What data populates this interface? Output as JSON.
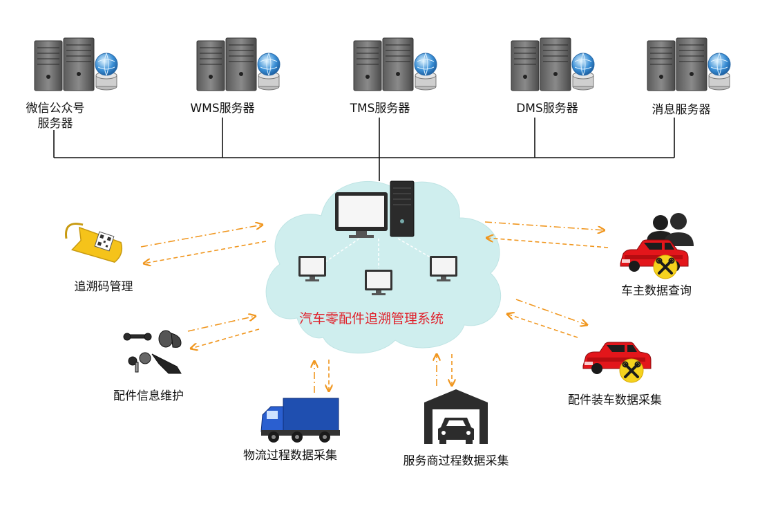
{
  "servers": [
    {
      "line1": "微信公众号",
      "line2": "服务器"
    },
    {
      "line1": "WMS服务器"
    },
    {
      "line1": "TMS服务器"
    },
    {
      "line1": "DMS服务器"
    },
    {
      "line1": "消息服务器"
    }
  ],
  "center": {
    "title": "汽车零配件追溯管理系统"
  },
  "nodes": {
    "trace_code": "追溯码管理",
    "parts_info": "配件信息维护",
    "logistics": "物流过程数据采集",
    "service_provider": "服务商过程数据采集",
    "install_collect": "配件装车数据采集",
    "owner_query": "车主数据查询"
  },
  "colors": {
    "cloud": "#cfeeee",
    "arrow": "#f0961e",
    "title": "#e0202a",
    "line": "#111111"
  }
}
